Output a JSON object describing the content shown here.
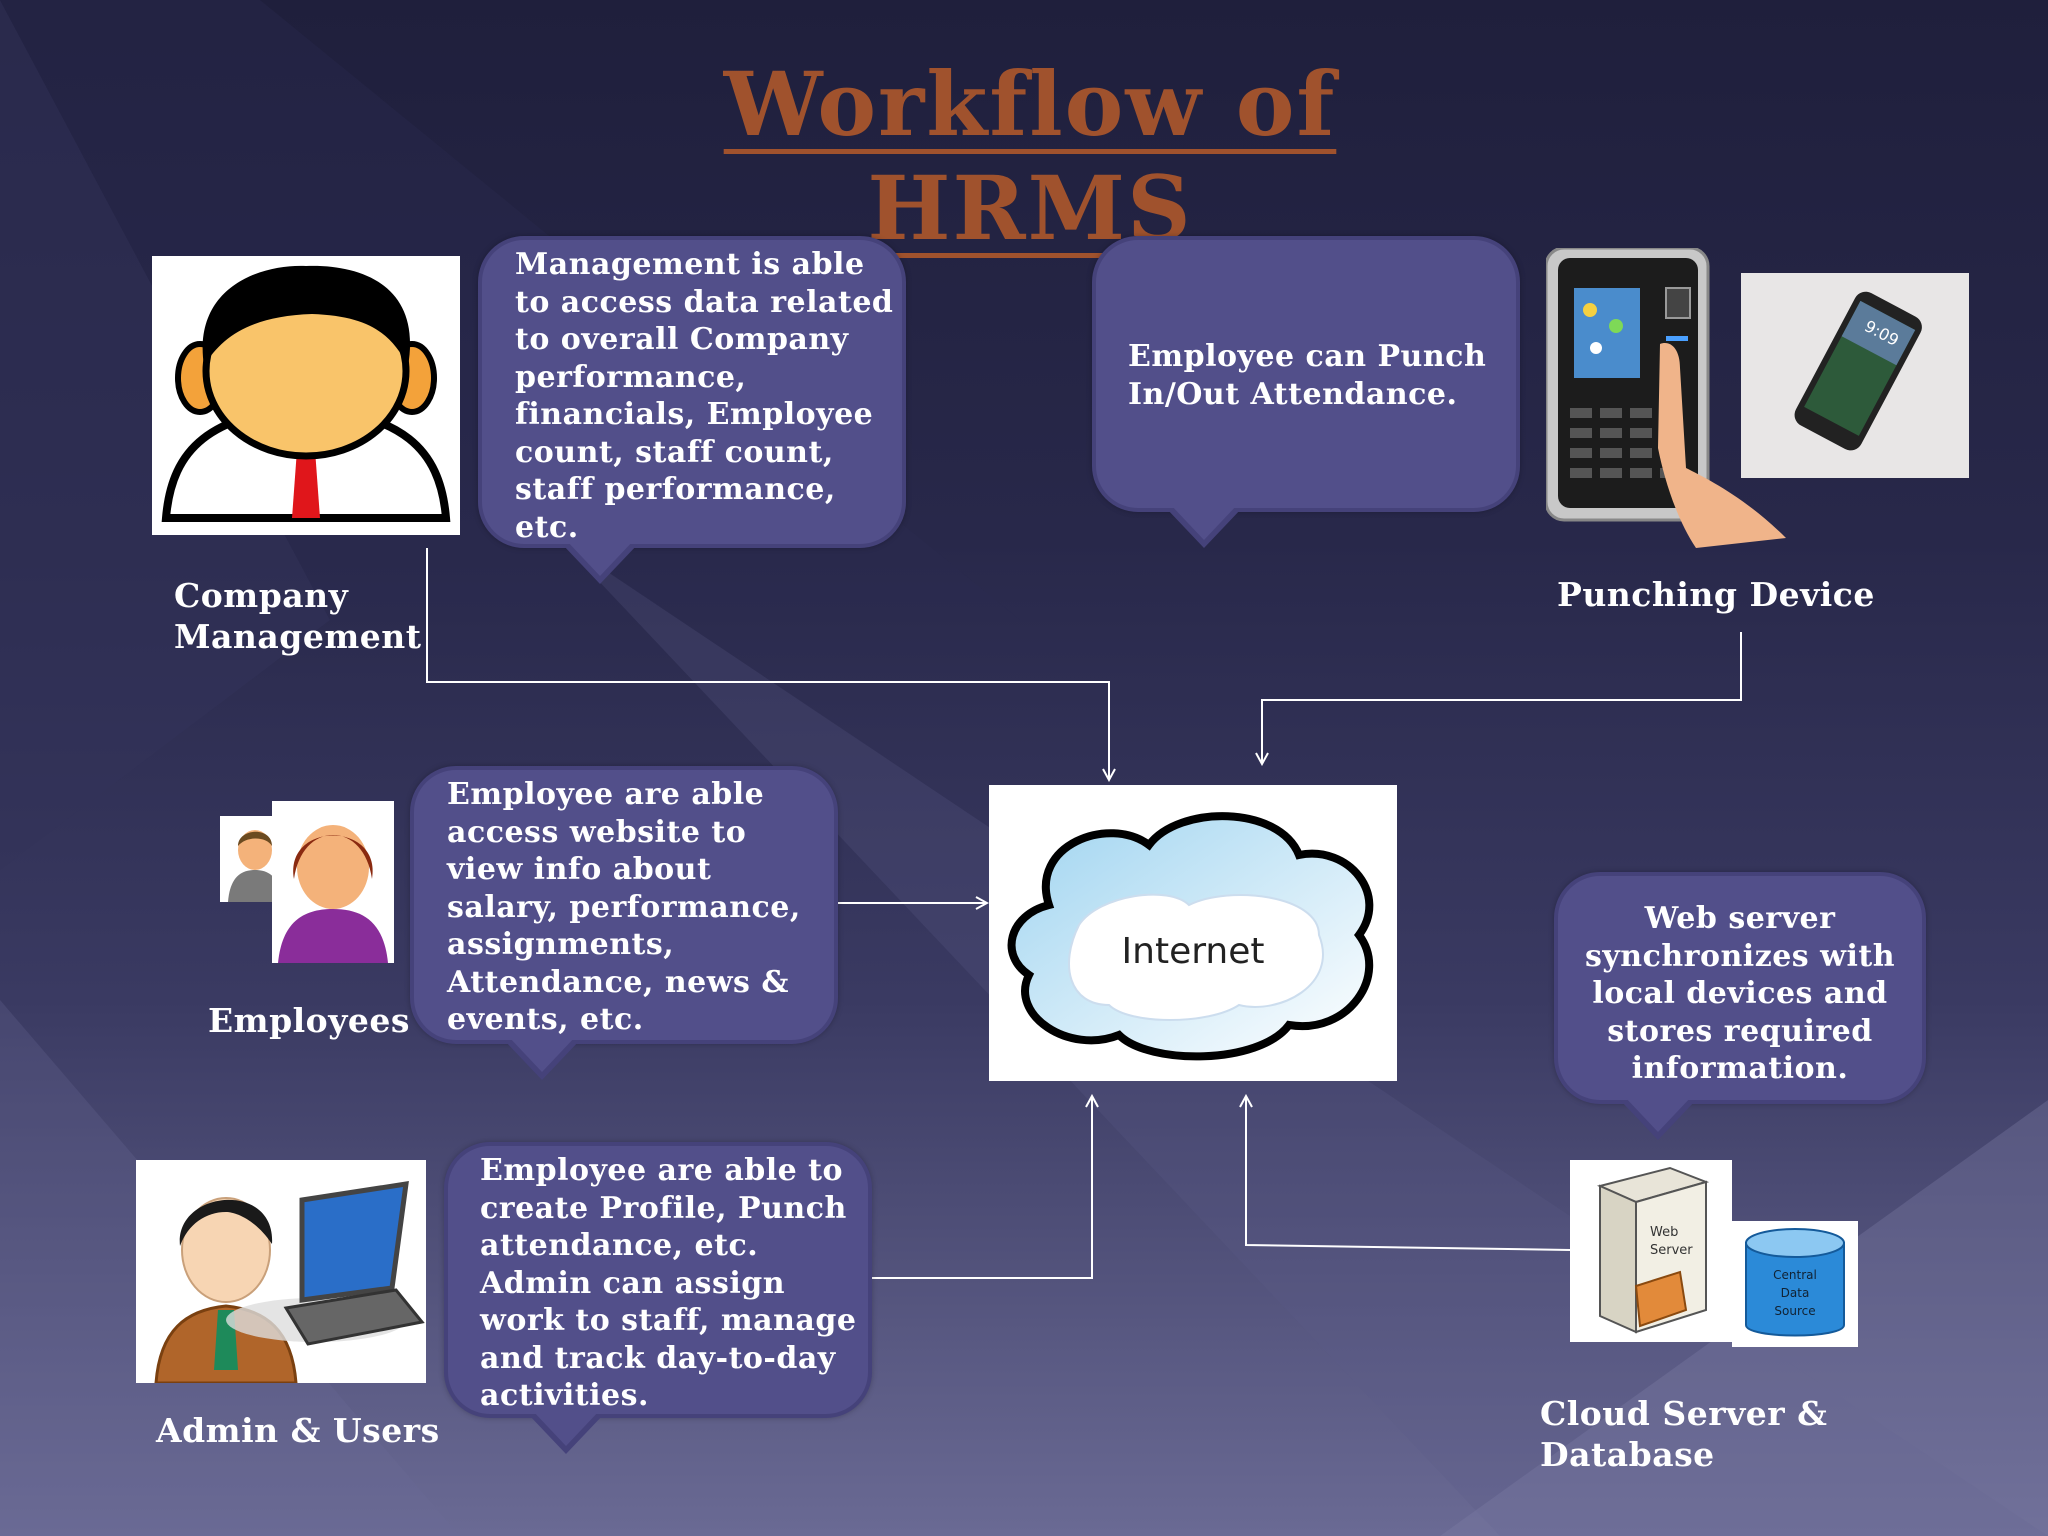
{
  "title": "Workflow of HRMS",
  "nodes": {
    "company_management": "Company\nManagement",
    "punching_device": "Punching Device",
    "employees": "Employees",
    "admin_users": "Admin & Users",
    "cloud_server": "Cloud Server &\nDatabase",
    "internet": "Internet"
  },
  "bubbles": {
    "management": "Management is able\nto access data related\nto overall Company\nperformance,\nfinancials, Employee\ncount, staff count,\nstaff performance,\netc.",
    "punch": "Employee can Punch\nIn/Out Attendance.",
    "employees": "Employee are able\naccess website to\nview info about\nsalary, performance,\nassignments,\nAttendance, news  &\nevents, etc.",
    "admin": "Employee are able to\ncreate Profile, Punch\nattendance,  etc.\nAdmin can assign\nwork to staff, manage\nand track day-to-day\nactivities.",
    "webserver": "Web server\nsynchronizes with\nlocal devices and\nstores required\ninformation."
  },
  "icon_labels": {
    "web_server": "Web\nServer",
    "central_data": "Central\nData\nSource",
    "phone_time": "9:09"
  },
  "colors": {
    "title": "#a0522d",
    "bubble_fill": "#524f8a",
    "bubble_border": "#45427a",
    "connector": "#ffffff"
  }
}
